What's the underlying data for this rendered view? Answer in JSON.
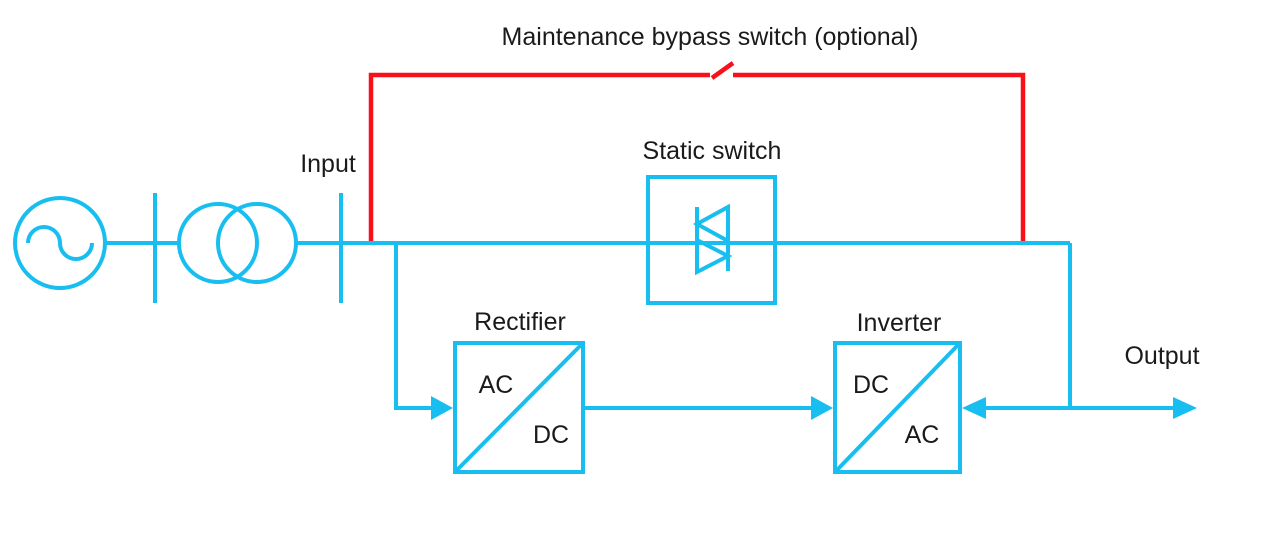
{
  "diagram": {
    "labels": {
      "bypass_switch": "Maintenance bypass switch (optional)",
      "static_switch": "Static switch",
      "input": "Input",
      "output": "Output"
    },
    "blocks": {
      "rectifier": {
        "name": "Rectifier",
        "top": "AC",
        "bottom": "DC"
      },
      "inverter": {
        "name": "Inverter",
        "top": "DC",
        "bottom": "AC"
      }
    },
    "colors": {
      "line": "#18BEF0",
      "bypass": "#F9111A",
      "text": "#1A1A1A",
      "background": "#FFFFFF"
    }
  }
}
